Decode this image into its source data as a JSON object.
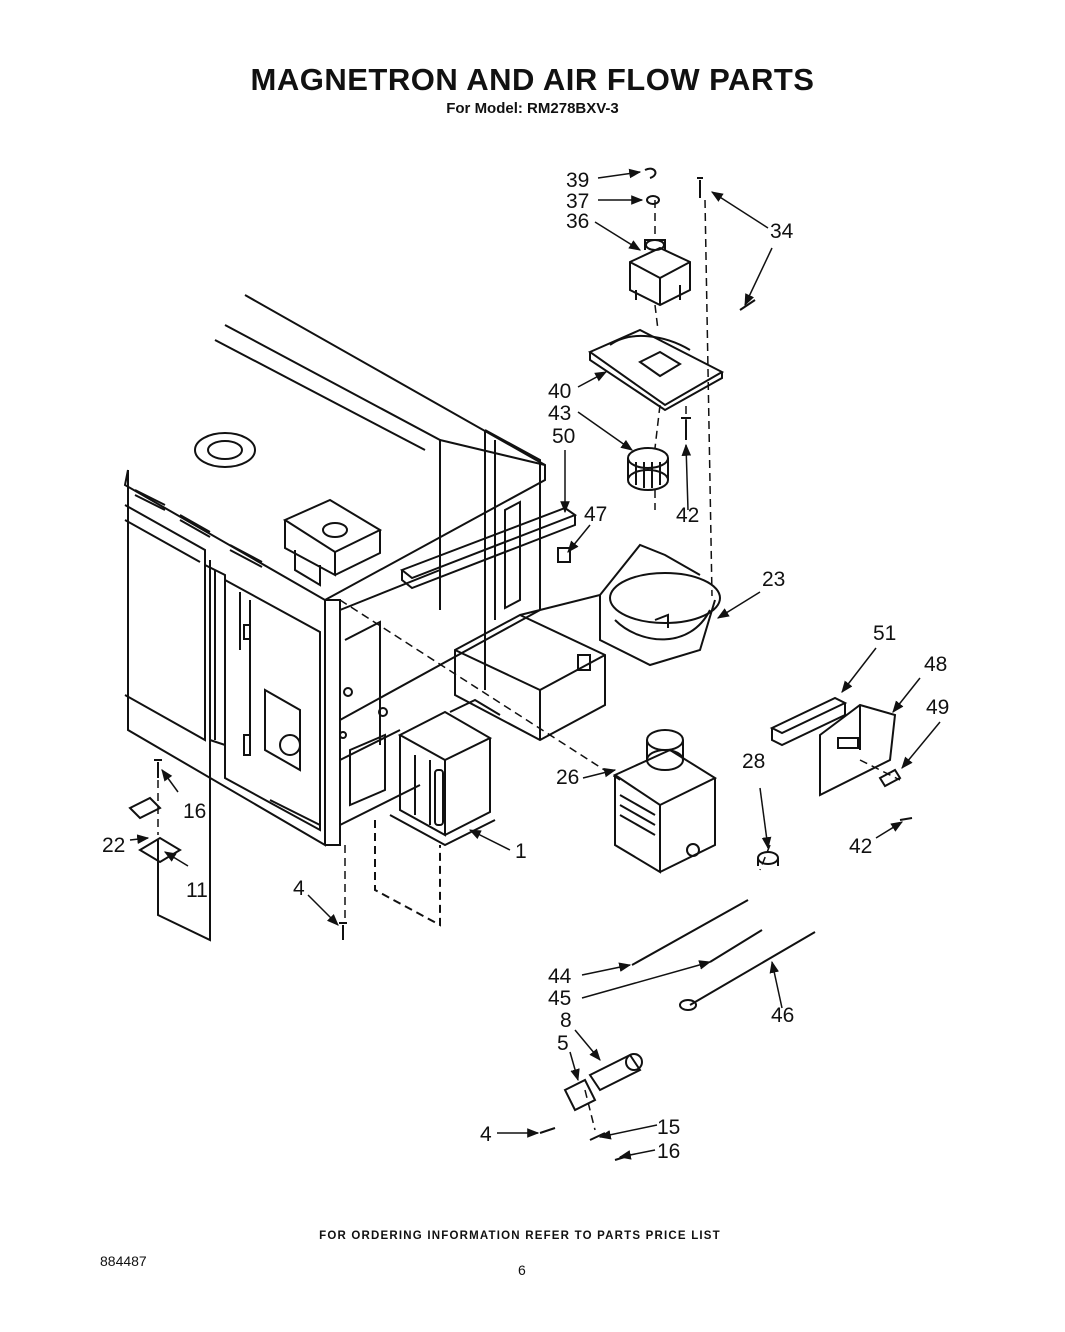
{
  "header": {
    "title": "MAGNETRON AND AIR FLOW PARTS",
    "subtitle": "For Model: RM278BXV-3"
  },
  "callouts": [
    {
      "id": "c39",
      "label": "39"
    },
    {
      "id": "c37",
      "label": "37"
    },
    {
      "id": "c36",
      "label": "36"
    },
    {
      "id": "c34",
      "label": "34"
    },
    {
      "id": "c40",
      "label": "40"
    },
    {
      "id": "c43",
      "label": "43"
    },
    {
      "id": "c50",
      "label": "50"
    },
    {
      "id": "c42a",
      "label": "42"
    },
    {
      "id": "c47",
      "label": "47"
    },
    {
      "id": "c23",
      "label": "23"
    },
    {
      "id": "c51",
      "label": "51"
    },
    {
      "id": "c48",
      "label": "48"
    },
    {
      "id": "c49",
      "label": "49"
    },
    {
      "id": "c28",
      "label": "28"
    },
    {
      "id": "c26",
      "label": "26"
    },
    {
      "id": "c42b",
      "label": "42"
    },
    {
      "id": "c16a",
      "label": "16"
    },
    {
      "id": "c22",
      "label": "22"
    },
    {
      "id": "c11",
      "label": "11"
    },
    {
      "id": "c1",
      "label": "1"
    },
    {
      "id": "c4a",
      "label": "4"
    },
    {
      "id": "c44",
      "label": "44"
    },
    {
      "id": "c45",
      "label": "45"
    },
    {
      "id": "c46",
      "label": "46"
    },
    {
      "id": "c8",
      "label": "8"
    },
    {
      "id": "c5",
      "label": "5"
    },
    {
      "id": "c4b",
      "label": "4"
    },
    {
      "id": "c15",
      "label": "15"
    },
    {
      "id": "c16b",
      "label": "16"
    }
  ],
  "footer": {
    "note": "FOR ORDERING INFORMATION REFER TO PARTS PRICE LIST",
    "doc_number": "884487",
    "page_number": "6"
  }
}
